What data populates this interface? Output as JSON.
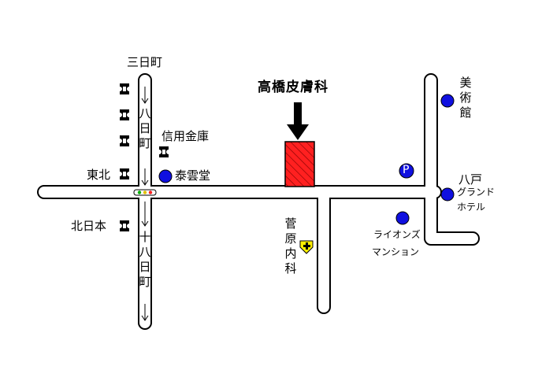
{
  "title": "高橋皮膚科",
  "roads": {
    "north_street": "三日町",
    "upper_vertical": "八日町",
    "lower_vertical": "十八日町"
  },
  "banks": {
    "shinyo": "信用金庫",
    "touhoku": "東北",
    "kitanihon": "北日本"
  },
  "places": {
    "taiundo": "泰雲堂",
    "bijutsukan": "美術館",
    "hachinohe": "八戸",
    "grand_line1": "グランド",
    "grand_line2": "ホテル",
    "lions_line1": "ライオンズ",
    "lions_line2": "マンション",
    "parking": "P",
    "clinic_sub": "菅原内科"
  },
  "colors": {
    "road_fill": "#ffffff",
    "road_stroke": "#000000",
    "target": "#ff2020",
    "poi_blue": "#1010e0",
    "hospital_yellow": "#ffee00"
  }
}
